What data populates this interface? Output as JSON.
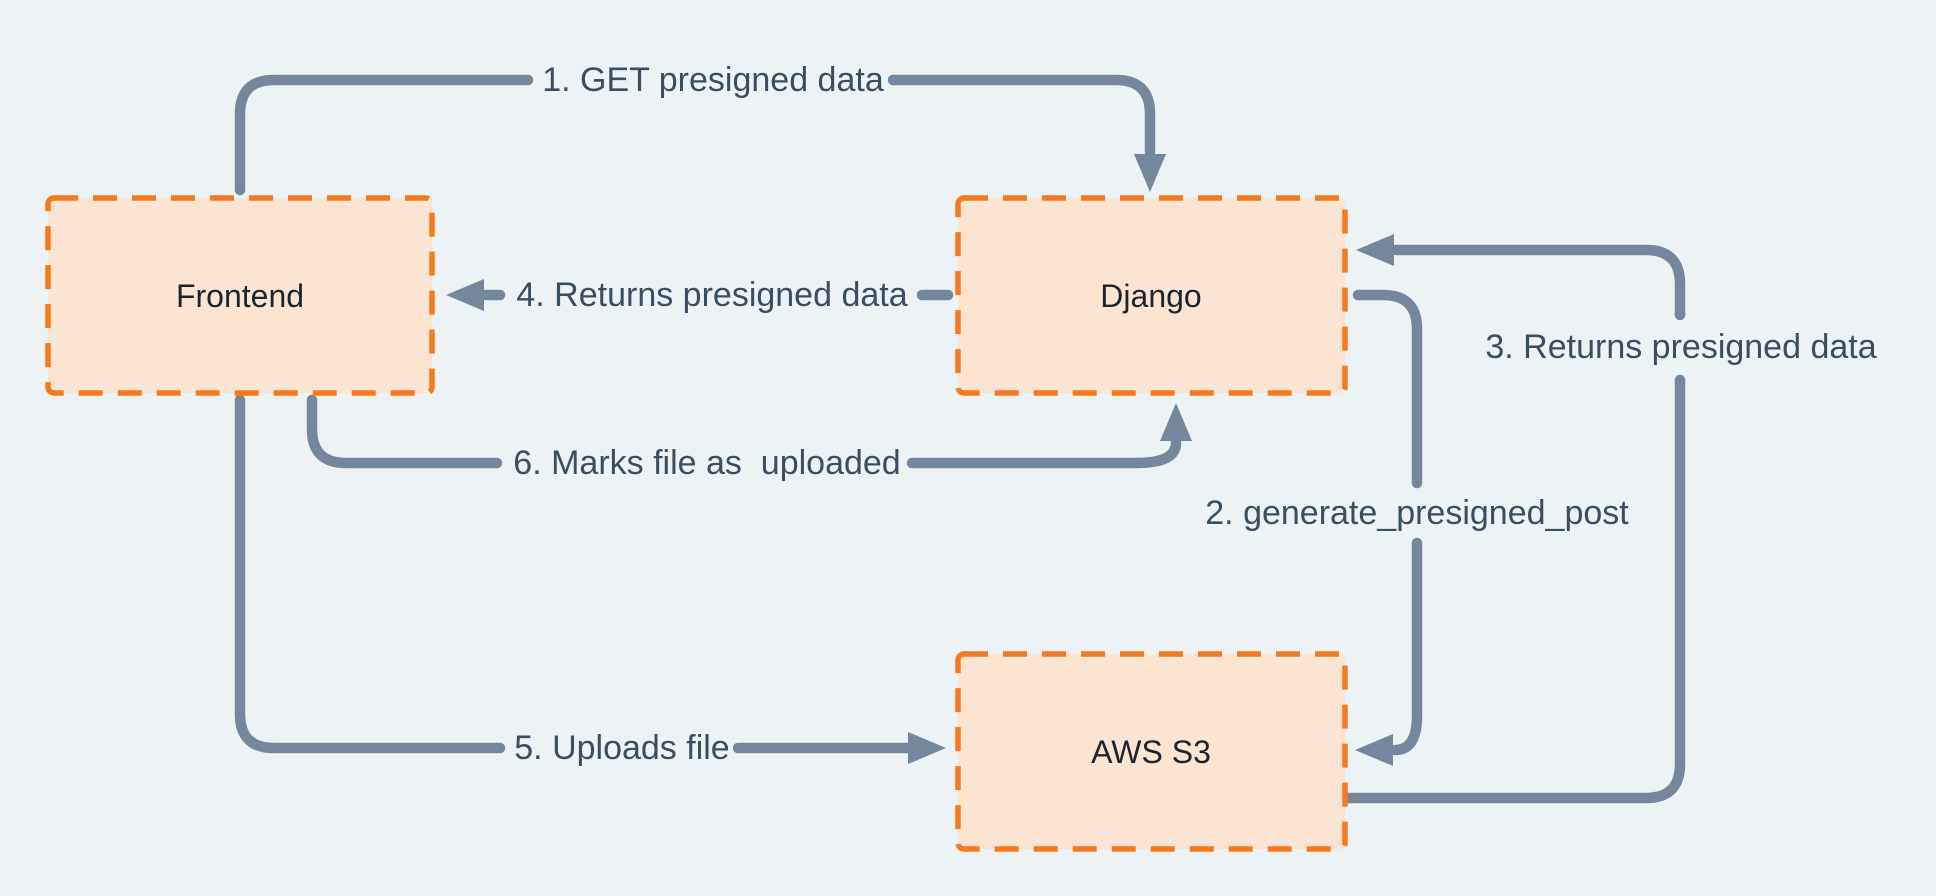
{
  "colors": {
    "background": "#edf2f5",
    "node_fill": "#fce4d3",
    "node_border": "#f6791f",
    "connector": "#75879a",
    "edge_label_text": "#3a4e61",
    "node_label_text": "#1a2530"
  },
  "nodes": {
    "frontend": {
      "label": "Frontend"
    },
    "django": {
      "label": "Django"
    },
    "s3": {
      "label": "AWS S3"
    }
  },
  "edges": [
    {
      "id": "get-presigned-data",
      "label": "1. GET presigned data",
      "from": "Frontend",
      "to": "Django"
    },
    {
      "id": "generate-presigned-post",
      "label": "2. generate_presigned_post",
      "from": "Django",
      "to": "AWS S3"
    },
    {
      "id": "returns-presigned-data-to-django",
      "label": "3. Returns presigned data",
      "from": "AWS S3",
      "to": "Django"
    },
    {
      "id": "returns-presigned-data-to-frontend",
      "label": "4. Returns presigned data",
      "from": "Django",
      "to": "Frontend"
    },
    {
      "id": "uploads-file",
      "label": "5. Uploads file",
      "from": "Frontend",
      "to": "AWS S3"
    },
    {
      "id": "marks-file-as-uploaded",
      "label": "6. Marks file as  uploaded",
      "from": "Frontend",
      "to": "Django"
    }
  ]
}
